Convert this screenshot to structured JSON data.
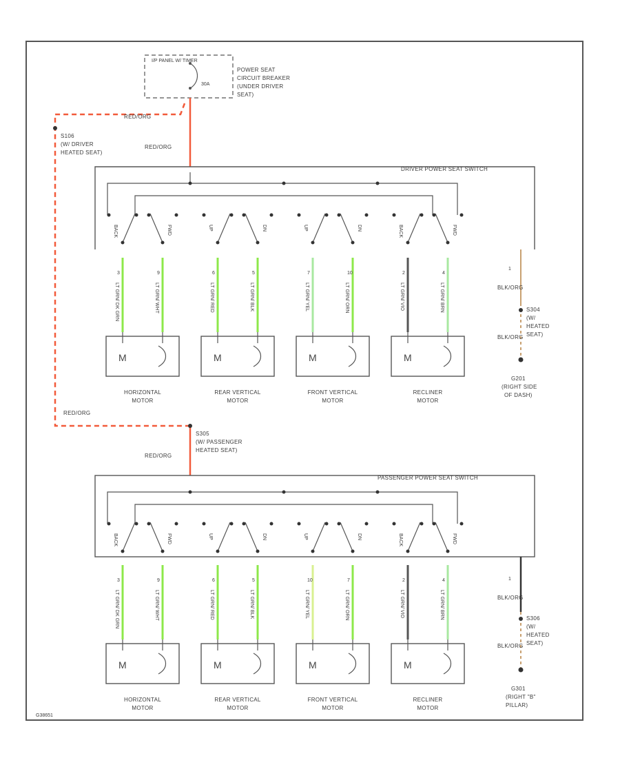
{
  "colors": {
    "red_wire": "#f25a3a",
    "green_wire": "#8de84a",
    "light_green_wire": "#a8e8a0",
    "yellow_green_wire": "#d8f090",
    "tan_wire": "#c8a070",
    "black_wire": "#555555"
  },
  "top": {
    "fuse_panel_label": "I/P PANEL W/ TIMER",
    "breaker_rating": "30A",
    "breaker_label": [
      "POWER SEAT",
      "CIRCUIT BREAKER",
      "(UNDER DRIVER",
      "SEAT)"
    ],
    "wire_red_a": "RED/ORG",
    "wire_red_b": "RED/ORG",
    "wire_red_c": "RED/ORG",
    "splice_left": [
      "S106",
      "(W/ DRIVER",
      "HEATED SEAT)"
    ],
    "switch_label": "DRIVER POWER SEAT SWITCH",
    "ground_wire_top": "BLK/ORG",
    "ground_wire_bot": "BLK/ORG",
    "ground_splice": [
      "S304",
      "(W/",
      "HEATED",
      "SEAT)"
    ],
    "ground_label": [
      "G201",
      "(RIGHT SIDE",
      "OF DASH)"
    ]
  },
  "middle": {
    "splice": [
      "S305",
      "(W/ PASSENGER",
      "HEATED SEAT)"
    ],
    "wire_red": "RED/ORG"
  },
  "bottom": {
    "switch_label": "PASSENGER POWER SEAT SWITCH",
    "ground_wire_top": "BLK/ORG",
    "ground_wire_bot": "BLK/ORG",
    "ground_splice": [
      "S306",
      "(W/",
      "HEATED",
      "SEAT)"
    ],
    "ground_label": [
      "G301",
      "(RIGHT \"B\"",
      "PILLAR)"
    ]
  },
  "switch_positions": [
    "BACK",
    "FWD",
    "UP",
    "DN",
    "UP",
    "DN",
    "BACK",
    "FWD"
  ],
  "motors": [
    {
      "name": "HORIZONTAL MOTOR",
      "line1": "HORIZONTAL",
      "line2": "MOTOR",
      "pins": [
        "3",
        "9"
      ],
      "wires": [
        "LT GRN/ DK GRN",
        "LT GRN/ WHT"
      ]
    },
    {
      "name": "REAR VERTICAL MOTOR",
      "line1": "REAR VERTICAL",
      "line2": "MOTOR",
      "pins": [
        "6",
        "5"
      ],
      "wires": [
        "LT GRN/ RED",
        "LT GRN/ BLK"
      ]
    },
    {
      "name": "FRONT VERTICAL MOTOR",
      "line1": "FRONT VERTICAL",
      "line2": "MOTOR",
      "pins": [
        "7",
        "10"
      ],
      "wires": [
        "LT GRN/ YEL",
        "LT GRN/ ORN"
      ]
    },
    {
      "name": "RECLINER MOTOR",
      "line1": "RECLINER",
      "line2": "MOTOR",
      "pins": [
        "2",
        "4"
      ],
      "wires": [
        "LT GRN/ VIO",
        "LT GRN/ BRN"
      ]
    }
  ],
  "bottom_motor_pins": [
    [
      "3",
      "9"
    ],
    [
      "6",
      "5"
    ],
    [
      "10",
      "7"
    ],
    [
      "2",
      "4"
    ]
  ],
  "ground_pin": "1",
  "figure_id": "G38651"
}
